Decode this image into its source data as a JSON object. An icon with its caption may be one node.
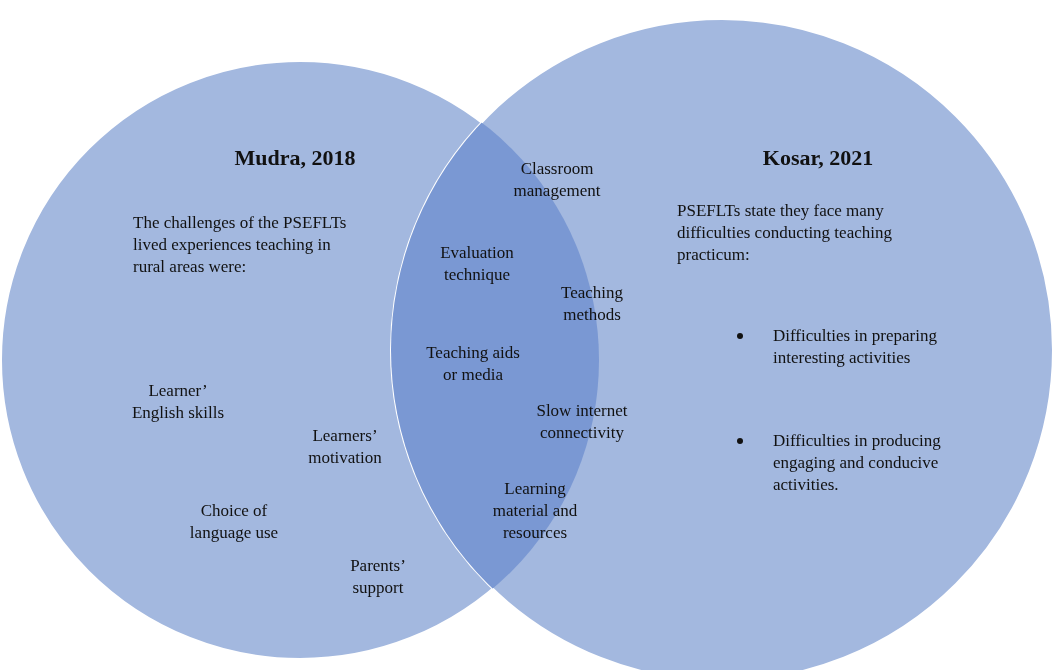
{
  "diagram": {
    "nodes": [
      {
        "text": [
          "Mudra, 2018",
          "The challenges of the PSEFLTs lived experiences teaching in rural areas were:",
          "Learner’ English skills",
          "Learners’ motivation",
          "Choice of language use",
          "Parents’ support"
        ]
      },
      {
        "text": [
          "Kosar, 2021",
          "PSEFLTs state they face many difficulties conducting teaching practicum:",
          "Difficulties in preparing interesting activities",
          "Difficulties in producing engaging and conducive activities."
        ]
      }
    ],
    "labels": [
      "Classroom management",
      "Evaluation technique",
      "Teaching methods",
      "Teaching aids or media",
      "Slow internet connectivity",
      "Learning material and resources"
    ]
  }
}
